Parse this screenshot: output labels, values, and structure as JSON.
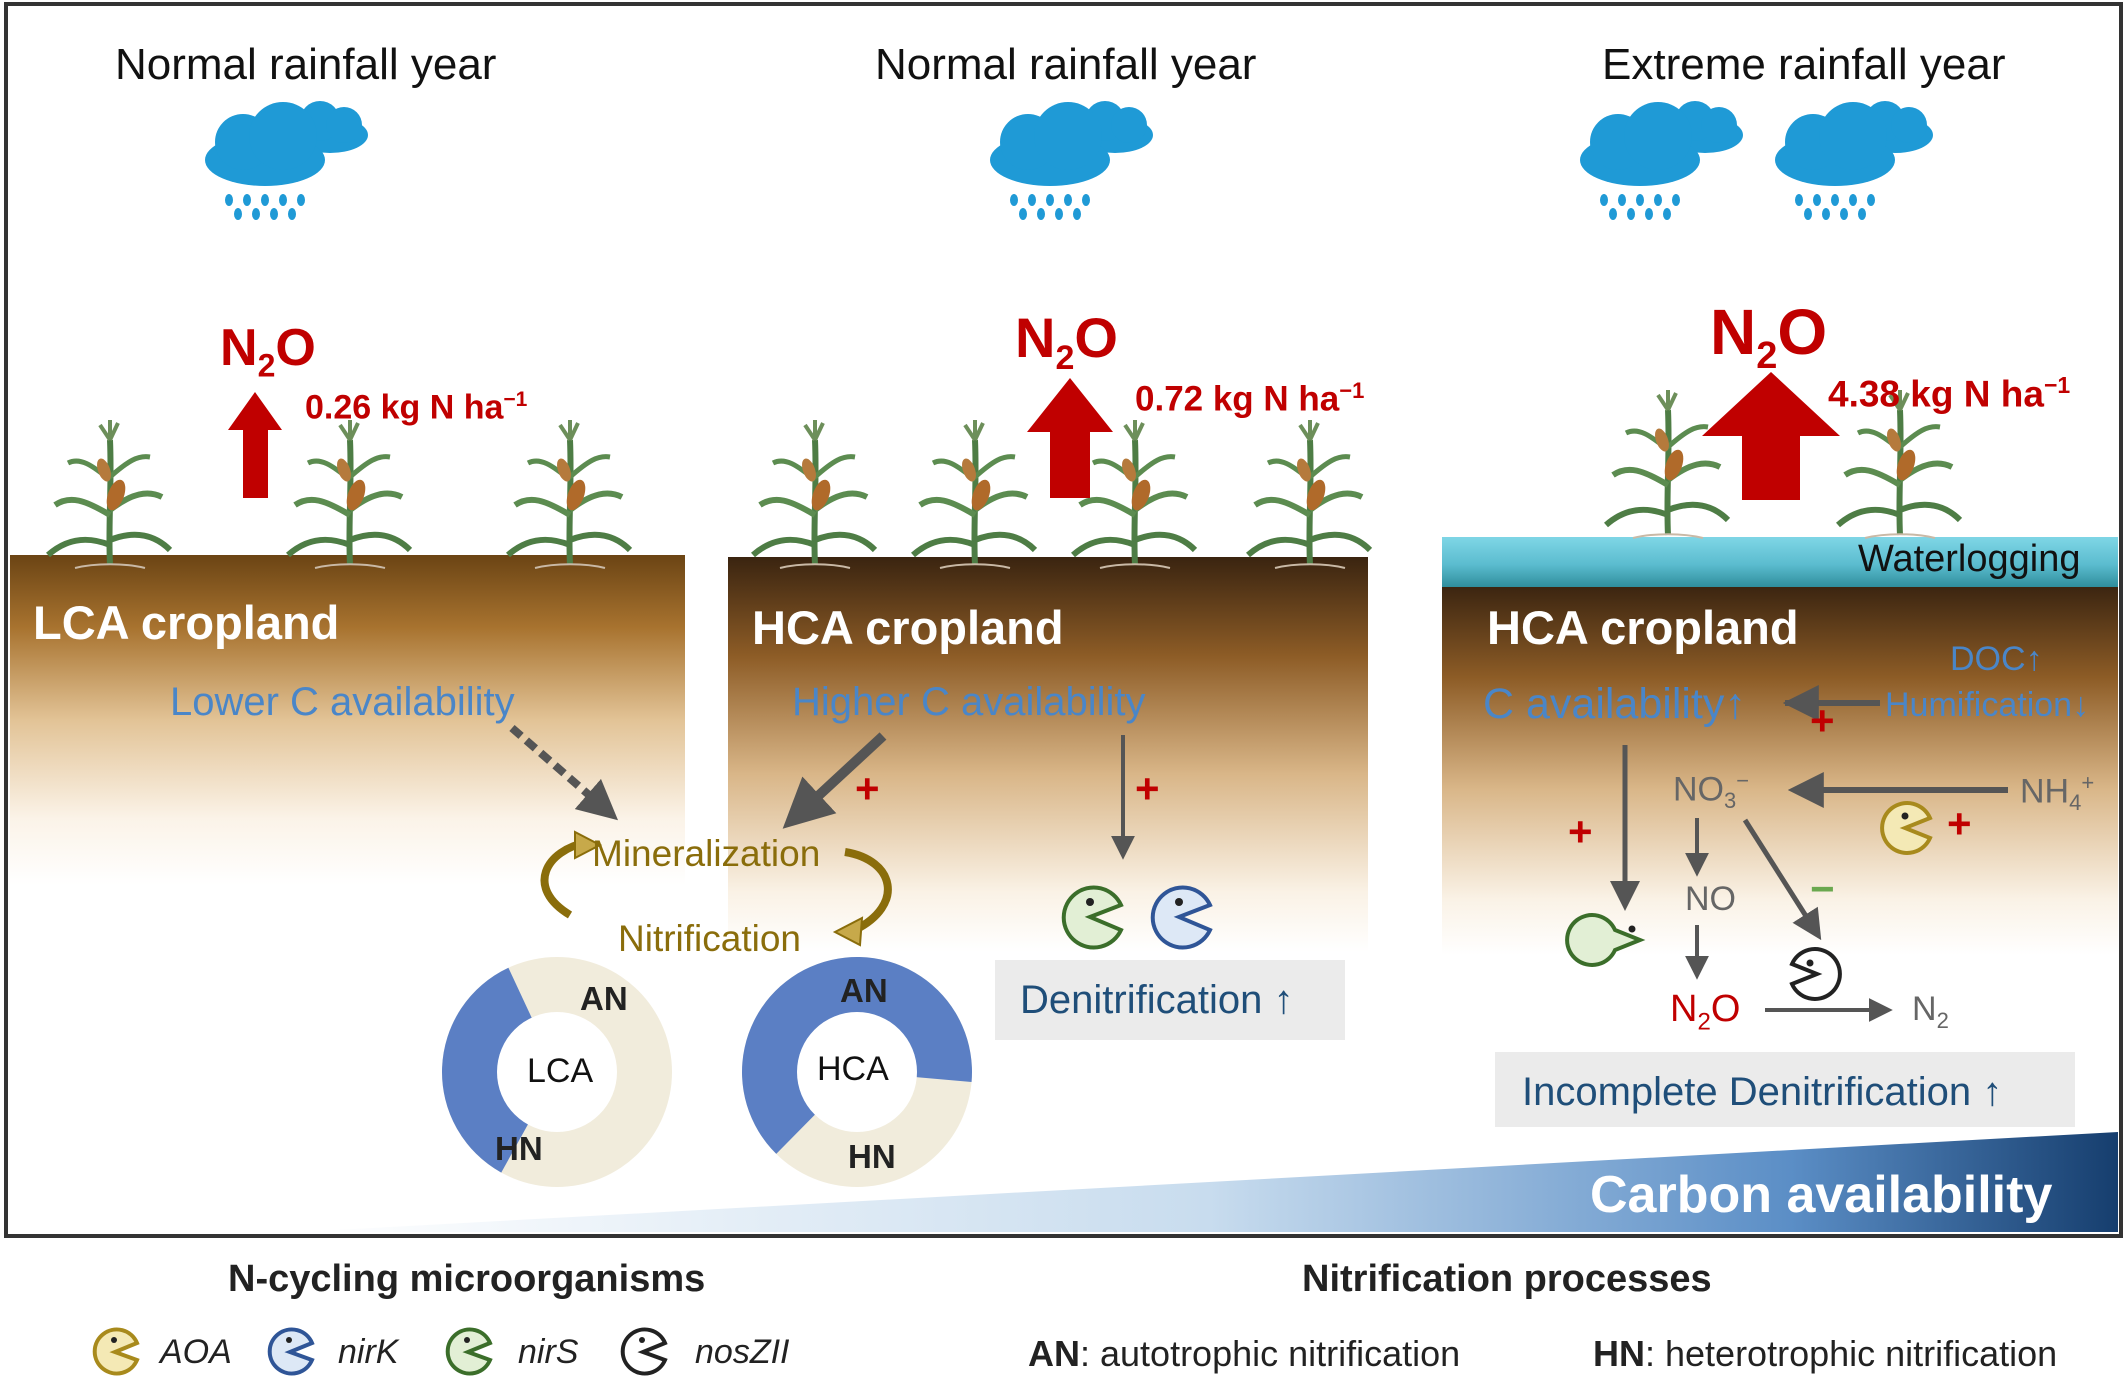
{
  "panels": [
    {
      "rain_label": "Normal rainfall year",
      "n2o": "N",
      "n2o_sub": "2",
      "n2o_o": "O",
      "flux": "0.26 kg N ha",
      "flux_sup": "−1",
      "cropland": "LCA cropland",
      "c_label": "Lower C availability"
    },
    {
      "rain_label": "Normal rainfall year",
      "n2o": "N",
      "n2o_sub": "2",
      "n2o_o": "O",
      "flux": "0.72 kg N ha",
      "flux_sup": "−1",
      "cropland": "HCA cropland",
      "c_label": "Higher C availability"
    },
    {
      "rain_label": "Extreme rainfall year",
      "n2o": "N",
      "n2o_sub": "2",
      "n2o_o": "O",
      "flux": "4.38 kg N ha",
      "flux_sup": "−1",
      "cropland": "HCA cropland",
      "c_label": "C availability"
    }
  ],
  "waterlogging": "Waterlogging",
  "processes": {
    "mineralization": "Mineralization",
    "nitrification": "Nitrification",
    "denitrification": "Denitrification",
    "incomplete": "Incomplete Denitrification",
    "doc": "DOC",
    "humification": "Humification"
  },
  "species": {
    "no3": "NO",
    "no3_sub": "3",
    "no3_sup": "−",
    "nh4": "NH",
    "nh4_sub": "4",
    "nh4_sup": "+",
    "no": "NO",
    "n2o": "N",
    "n2o_sub": "2",
    "n2o_o": "O",
    "n2": "N",
    "n2_sub": "2"
  },
  "signs": {
    "plus": "+",
    "minus": "−"
  },
  "donuts": [
    {
      "center": "LCA",
      "an_label": "AN",
      "hn_label": "HN",
      "an_fraction": 0.35
    },
    {
      "center": "HCA",
      "an_label": "AN",
      "hn_label": "HN",
      "an_fraction": 0.64
    }
  ],
  "carbon_axis": "Carbon availability",
  "legend": {
    "micro_title": "N-cycling microorganisms",
    "micro": [
      {
        "name": "AOA",
        "color": "#f4e9b5",
        "stroke": "#a88a1c",
        "icon": "aoa-microbe-icon"
      },
      {
        "name": "nirK",
        "color": "#dde8f6",
        "stroke": "#2f5597",
        "icon": "nirk-microbe-icon"
      },
      {
        "name": "nirS",
        "color": "#e2efd5",
        "stroke": "#3b6e2a",
        "icon": "nirs-microbe-icon"
      },
      {
        "name": "nosZII",
        "color": "#ffffff",
        "stroke": "#222222",
        "icon": "noszii-microbe-icon"
      }
    ],
    "nit_title": "Nitrification processes",
    "an_abbr": "AN",
    "an_text": ": autotrophic nitrification",
    "hn_abbr": "HN",
    "hn_text": ": heterotrophic nitrification"
  },
  "colors": {
    "n2o_red": "#c00000",
    "c_blue": "#4a86c8",
    "dark_blue": "#1f4e79",
    "mineral_gold": "#8a6d0b",
    "donut_an": "#5b7fc4",
    "donut_hn": "#f1ecdc",
    "water": "#5fc4d8"
  }
}
